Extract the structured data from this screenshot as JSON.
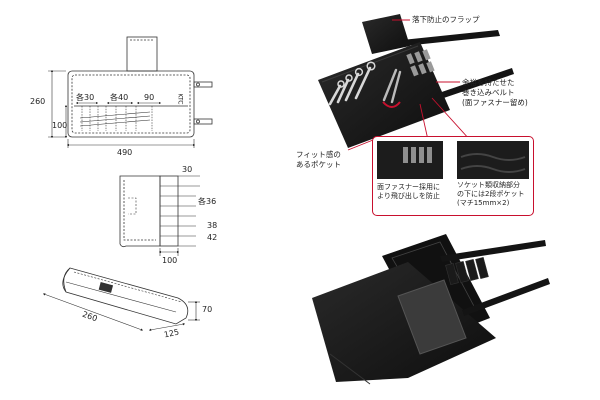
{
  "drawings": {
    "top": {
      "height_label": "260",
      "inner_height_label": "100",
      "width_label": "490",
      "pocket_labels": [
        "各30",
        "各40",
        "90"
      ],
      "logo_text": "KTC"
    },
    "side": {
      "dims": [
        "30",
        "各36",
        "38",
        "42",
        "100"
      ]
    },
    "rolled": {
      "length_label": "260",
      "depth_label": "125",
      "height_label": "70"
    }
  },
  "photos": {
    "callouts": {
      "flap": "落下防止のフラップ",
      "belt": "余裕を持たせた\n巻き込みベルト\n(面ファスナー留め)",
      "pocket": "フィット感の\nあるポケット",
      "detail_left": "面ファスナー採用に\nより飛び出しを防止",
      "detail_right": "ソケット類収納部分\nの下には2段ポケット\n(マチ15mm×2)"
    },
    "colors": {
      "callout_line": "#c8102e",
      "bag": "#1b1b1b",
      "stitch": "#3a3a3a"
    }
  }
}
